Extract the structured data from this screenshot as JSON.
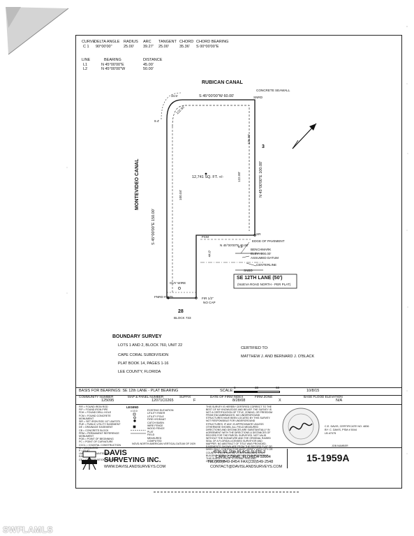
{
  "watermark": "SWFLAMLS",
  "curve_table": {
    "headers": [
      "CURVE",
      "DELTA ANGLE",
      "RADIUS",
      "ARC",
      "TANGENT",
      "CHORD",
      "CHORD BEARING"
    ],
    "row": [
      "C 1",
      "90°00'00\"",
      "25.00'",
      "39.27'",
      "25.00'",
      "35.36'",
      "S 00°00'00\"E"
    ]
  },
  "line_table": {
    "headers": [
      "LINE",
      "BEARING",
      "DISTANCE"
    ],
    "rows": [
      [
        "L1",
        "N 45°00'00\"E",
        "45.00'"
      ],
      [
        "L2",
        "N 45°00'00\"W",
        "50.00'"
      ]
    ]
  },
  "plat": {
    "rubican_canal": "RUBICAN CANAL",
    "top_bearing": "S 45°00'00\"W 60.00'",
    "concrete_seawall": "CONCRETE SEAWALL",
    "snrd": "SNRD",
    "montevideo_canal": "MONTEVIDEO CANAL",
    "left_bearing": "S 45°00'00\"E 150.00'",
    "right_bearing": "N 45°00'00\"E 100.00'",
    "lot3": "3",
    "area": "12,741 SQ. FT. +/-",
    "fcm": "FCM",
    "inner_bearing": "N 45°00'00\"E 40.00'",
    "edge_of_pavement": "EDGE OF PAVEMENT",
    "benchmark": "BENCHMARK",
    "elev": "ELEV=100.00'",
    "assumed_datum": "ASSUMED DATUM",
    "centerline": "CENTERLINE",
    "snbd": "SNBD",
    "street_name": "SE 12TH LANE (50')",
    "street_sub": "(NUEVA ROAD NORTH - PER PLAT)",
    "guy_wire": "GUY WIRE",
    "fnrd": "FNRD #7075",
    "fir": "FIR 1/2\"",
    "no_cap": "NO CAP",
    "block_lot": "28",
    "block": "BLOCK 733",
    "sr": "SR",
    "measures": [
      "122.50'",
      "9.4'",
      "34.5'",
      "125.00'",
      "8.5'",
      "44.0'",
      "100.04'",
      "122.00'"
    ]
  },
  "title_block": {
    "title": "BOUNDARY SURVEY",
    "lines": [
      "LOTS 1 AND 2, BLOCK 760, UNIT 22",
      "CAPE CORAL SUBDIVISION",
      "PLAT BOOK 14, PAGES 1-16",
      "LEE COUNTY, FLORIDA"
    ],
    "certified_to": "CERTIFIED TO:",
    "owner": "MATTHEW J. AND BERNARD J. O'BLACK"
  },
  "basis_row": {
    "basis": "BASIS FOR BEARINGS:  SE 12th LANE - PLAT BEARING",
    "scale_label": "SCALE:",
    "scale_marks": [
      "0",
      "30",
      "60"
    ],
    "date": "10/8/15"
  },
  "info_row": {
    "community_label": "COMMUNITY NUMBER",
    "community": "125095",
    "map_label": "MAP & PANEL NUMBER",
    "map": "12071C0265",
    "suffix_label": "SUFFIX",
    "suffix": "F",
    "date_label": "DATE OF FIRM INDEX",
    "firm_date": "8/28/08",
    "zone_label": "FIRM ZONE",
    "zone": "X",
    "flood_label": "BASE FLOOD ELEVATION",
    "flood": "N/A"
  },
  "abbrevs": [
    "FIR = FOUND IRON ROD",
    "FIP = FOUND IRON PIPE",
    "FDH = FOUND DRILL HOLE",
    "FCM = FOUND CONCRETE MONUMENT",
    "SIR = SET IRON ROD 1/2\" LB#7075",
    "PUE = PUBLIC UTILITY EASEMENT",
    "DE = DRAINAGE EASEMENT",
    "CB = CONCRETE BLOCK",
    "PRM = PERMANENT REFERENCE MONUMENT",
    "POB = POINT OF BEGINNING",
    "PC = POINT OF CURVATURE",
    "CCCL = COASTAL CONSTRUCTION",
    "M = MEASURED",
    "P = PLAT",
    "LME = LAKE MAINTENANCE EASEMENT",
    "CE = CONSERVATION EASEMENT"
  ],
  "legend": {
    "title": "LEGEND",
    "items": [
      "EXISTING ELEVATION",
      "UTILITY RISER",
      "UTILITY POLE",
      "FIRE HYDRANT",
      "CATCH BASIN",
      "WIRE FENCE",
      "WOOD FENCE",
      "PLAT",
      "FIELD",
      "MEASURED",
      "COMPUTED"
    ],
    "datum_note": "NGVD-NORTH AMERICAN VERTICAL DATUM OF 1929"
  },
  "certification": "THIS SURVEY IS HEREBY CERTIFIED CORRECT TO THE BEST OF MY KNOWLEDGE AND BELIEF. THE SURVEY IS NOT A CERTIFICATION OF TITLE, ZONING, OR FREEDOM FROM ENCUMBRANCES. NO UNDERGROUND STRUCTURES HAVE BEEN LOCATED BY THIS SURVEY. NOT RESPONSIBLE FOR UNDERGROUND STRUCTURES. IF ANY, IS APPROXIMATE UNLESS OTHERWISE SHOWN. ALL FIELD MEASURED DIRECTIONS AND DISTANCES ARE SUBSTANTIALLY IN AGREEMENT WITH THE DIRECTIONS & DISTANCES OF RECORD FOR THE PARCEL SURVEYED. NOT VALID WITHOUT THE SIGNATURE AND THE ORIGINAL RAISED SEAL OF A FLORIDA LICENSED SURVEYOR AND MAPPER. NO ABSTRACT OF TITLE WAS PROVIDED. EASEMENTS SHOWN ARE FROM THE RECORD PLAT OR DEED ONLY. CONTRACTOR MUST VERIFY WITH CITY OR COUNTY. THERE MAY BE OTHER EASEMENTS OR BUILDING SETBACK REQUIREMENTS SUPERSEDING THIS SURVEY PRIOR TO PERMITTING AND CONSTRUCTION.",
  "surveyor": {
    "signer": "C.E. DAVIS, CERTIFICATE NO. 4836",
    "signer2": "BY: C. DAVIS, PSM # 5044",
    "lb": "LB #7075",
    "job_label": "JOB NUMBER"
  },
  "company": {
    "name1": "DAVIS",
    "name2": "SURVEYING INC.",
    "website": "WWW.DAVISLANDSURVEYS.COM",
    "address1": "4536 SE 16th PLACE SUITE 3",
    "address2": "CAPE CORAL, FLORIDA 33904",
    "phone": "TEL(239)549-8454  FAX(239)549-2548",
    "email": "CONTACT@DAVISLANDSURVEYS.COM",
    "job_number": "15-1959A"
  },
  "colors": {
    "ink": "#111111",
    "paper": "#ffffff",
    "curl": "#c8c8c8"
  }
}
